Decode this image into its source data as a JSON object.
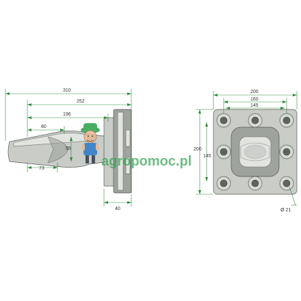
{
  "left_view": {
    "dims": {
      "d310": "310",
      "d252": "252",
      "d196": "196",
      "d80": "80",
      "d95": "95",
      "d73": "73",
      "d40": "40"
    }
  },
  "right_view": {
    "dims": {
      "d200_top": "200",
      "d160": "160",
      "d145_top": "145",
      "d200_left": "200",
      "d145_left": "145",
      "hole_dia": "Ø 21"
    }
  },
  "watermark": {
    "text": "agropomoc.pl",
    "color": "#2aa14a"
  }
}
